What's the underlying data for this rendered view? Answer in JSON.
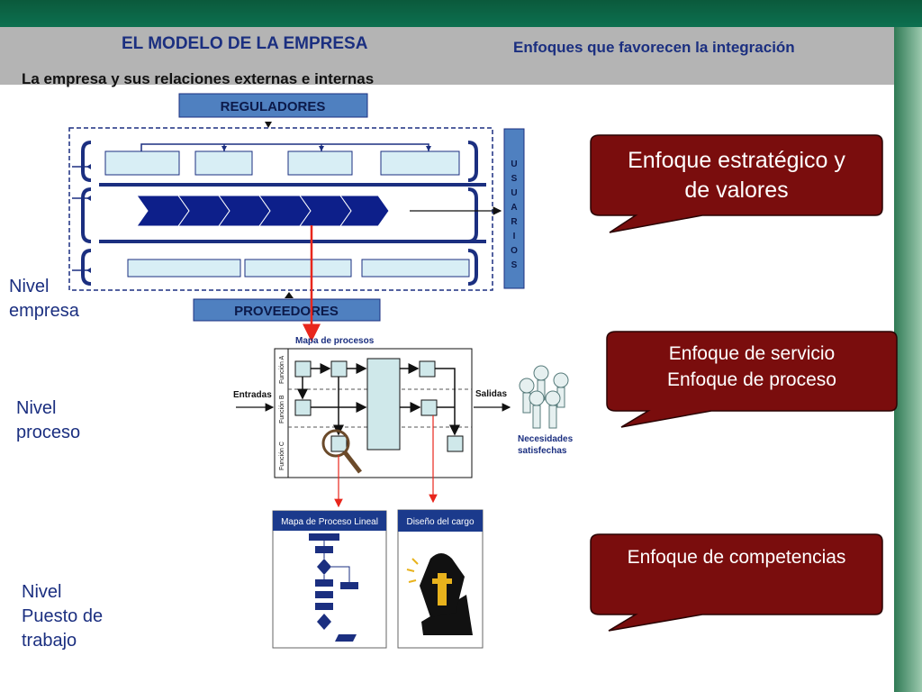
{
  "header": {
    "title": "EL MODELO DE LA EMPRESA",
    "right_title": "Enfoques que favorecen la integración",
    "subtitle": "La empresa y sus relaciones externas e internas"
  },
  "levels": {
    "empresa": [
      "Nivel",
      "empresa"
    ],
    "proceso": [
      "Nivel",
      "proceso"
    ],
    "puesto": [
      "Nivel",
      "Puesto de",
      "trabajo"
    ]
  },
  "boxes": {
    "reguladores": "REGULADORES",
    "proveedores": "PROVEEDORES",
    "usuarios": [
      "U",
      "S",
      "U",
      "A",
      "R",
      "I",
      "O",
      "S"
    ]
  },
  "process_map": {
    "title": "Mapa de procesos",
    "input": "Entradas",
    "output": "Salidas",
    "functions": [
      "Función A",
      "Función B",
      "Función C"
    ],
    "needs": [
      "Necesidades",
      "satisfechas"
    ]
  },
  "cards": {
    "linear": "Mapa de Proceso Lineal",
    "job": "Diseño del cargo"
  },
  "bubbles": {
    "estrategico": [
      "Enfoque estratégico y",
      "de valores"
    ],
    "servicio": [
      "Enfoque de servicio",
      "Enfoque de proceso"
    ],
    "competencias": [
      "Enfoque de competencias"
    ]
  },
  "colors": {
    "bubble_fill": "#7a0d0d",
    "navy": "#1b2f80",
    "box_fill": "#d8eef5",
    "header_green": "#0b5a3c"
  }
}
